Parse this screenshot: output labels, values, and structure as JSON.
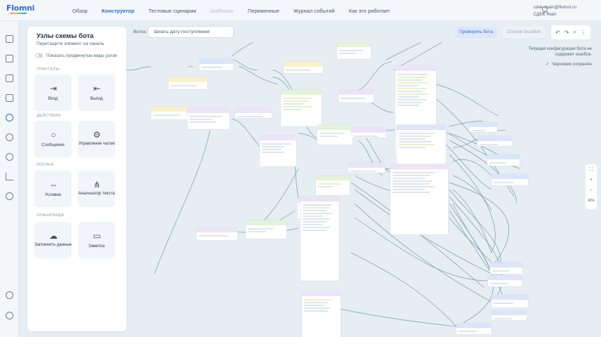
{
  "app": {
    "logo": "Flomni"
  },
  "nav": {
    "items": [
      {
        "label": "Обзор",
        "state": "normal"
      },
      {
        "label": "Конструктор",
        "state": "active"
      },
      {
        "label": "Тестовые сценарии",
        "state": "normal"
      },
      {
        "label": "Шаблоны",
        "state": "muted"
      },
      {
        "label": "Переменные",
        "state": "normal"
      },
      {
        "label": "Журнал событий",
        "state": "normal"
      },
      {
        "label": "Как это работает",
        "state": "normal"
      }
    ]
  },
  "user": {
    "email": "cdek-main@flomni.ru",
    "org": "СДЕК main"
  },
  "palette": {
    "title": "Узлы схемы бота",
    "subtitle": "Перетащите элемент на панель",
    "toggle_label": "Показать продвинутые виды узлов",
    "sections": [
      {
        "title": "ТРИГГЕРЫ",
        "items": [
          {
            "label": "Вход",
            "icon": "entry-icon"
          },
          {
            "label": "Выход",
            "icon": "exit-icon"
          }
        ]
      },
      {
        "title": "ДЕЙСТВИЯ",
        "items": [
          {
            "label": "Сообщение",
            "icon": "message-icon"
          },
          {
            "label": "Управление чатом",
            "icon": "gear-icon"
          }
        ]
      },
      {
        "title": "ЛОГИКА",
        "items": [
          {
            "label": "Условие",
            "icon": "arrows-icon"
          },
          {
            "label": "Анализатор текста",
            "icon": "analyzer-icon"
          }
        ]
      },
      {
        "title": "ХРАНИЛИЩЕ",
        "items": [
          {
            "label": "Запомнить данные",
            "icon": "cloud-upload-icon"
          },
          {
            "label": "Заметка",
            "icon": "note-icon"
          }
        ]
      }
    ]
  },
  "toolbar": {
    "branch_label": "Ветка:",
    "branch_value": "Узнать дату поступления",
    "check_button": "Проверить бота",
    "errors_button": "Список Ошибок",
    "zoom": "40%"
  },
  "status": {
    "message": "Текущая конфигурация бота не содержит ошибок.",
    "saved": "Черновик сохранён"
  },
  "colors": {
    "accent": "#2f6ad9",
    "edge": "#6f8fa0"
  }
}
